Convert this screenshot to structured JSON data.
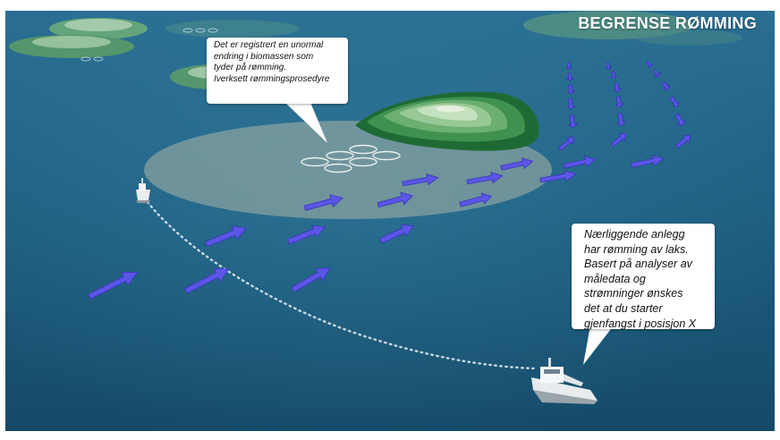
{
  "title": "BEGRENSE RØMMING",
  "callout_farm": {
    "lines": [
      "Det er registrert en unormal",
      "endring i biomassen som",
      "tyder på rømming.",
      "Iverksett rømmingsprosedyre"
    ]
  },
  "callout_vessel": {
    "lines": [
      "Nærliggende anlegg",
      "har rømming av laks.",
      "Basert på analyser av",
      "måledata og",
      "strømninger ønskes",
      "det at du starter",
      "gjenfangst  i posisjon X"
    ]
  },
  "colors": {
    "sea": "#1d5878",
    "current_arrow": "#5b56e6",
    "island": "#3f8f4a",
    "zone": "#8fa596"
  },
  "icons": [
    "island",
    "fish-farm-cage",
    "boat",
    "current-arrow",
    "route-dotted-line"
  ]
}
